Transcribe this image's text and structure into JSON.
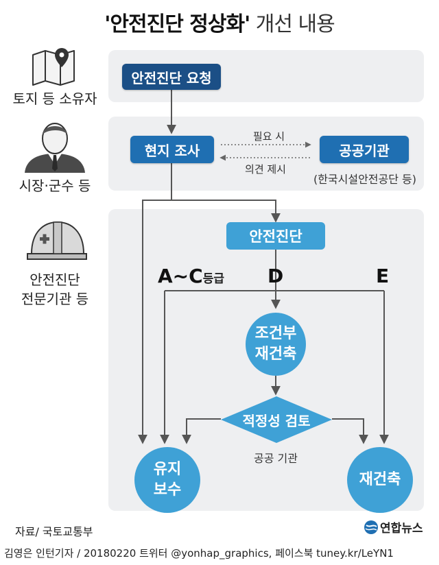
{
  "title": {
    "bold": "'안전진단 정상화'",
    "light": " 개선 내용"
  },
  "roles": {
    "owner": "토지 등 소유자",
    "mayor": "시장·군수 등",
    "expert_line1": "안전진단",
    "expert_line2": "전문기관 등"
  },
  "nodes": {
    "request": "안전진단 요청",
    "survey": "현지 조사",
    "public": "공공기관",
    "public_note": "(한국시설안전공단 등)",
    "diagnosis": "안전진단",
    "cond_line1": "조건부",
    "cond_line2": "재건축",
    "review": "적정성 검토",
    "review_note": "공공 기관",
    "maintain_line1": "유지",
    "maintain_line2": "보수",
    "rebuild": "재건축"
  },
  "edges": {
    "when_needed": "필요 시",
    "opinion": "의견 제시"
  },
  "grades": {
    "ac": "A~C",
    "ac_suffix": "등급",
    "d": "D",
    "e": "E"
  },
  "footer": {
    "source": "자료/ 국토교통부",
    "credit": "김영은 인턴기자 / 20180220  트위터 @yonhap_graphics, 페이스북 tuney.kr/LeYN1",
    "logo": "연합뉴스"
  },
  "colors": {
    "dark_blue": "#1b4f86",
    "mid_blue": "#1f6fb2",
    "light_blue": "#3fa1d6",
    "panel": "#eeeff1",
    "line": "#555555"
  }
}
